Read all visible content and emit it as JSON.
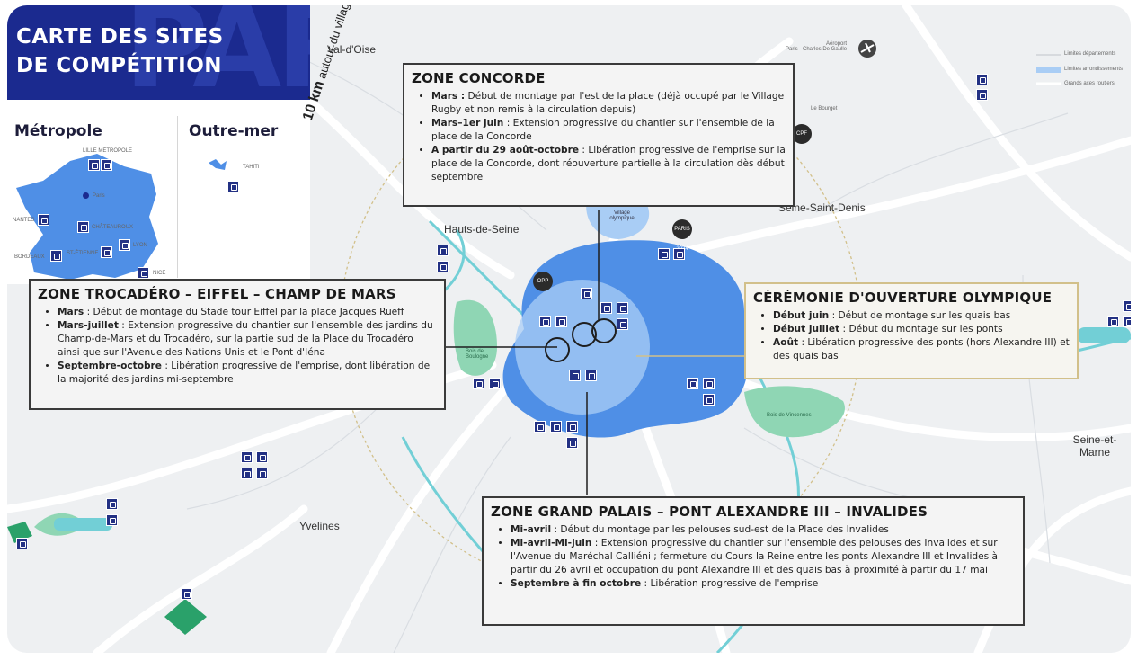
{
  "title": {
    "line1": "CARTE DES SITES",
    "line2": "DE COMPÉTITION",
    "background_word": "PARIS"
  },
  "inset": {
    "metropole_heading": "Métropole",
    "outremer_heading": "Outre-mer",
    "cities": [
      "LILLE MÉTROPOLE",
      "Paris",
      "NANTES",
      "CHÂTEAUROUX",
      "BORDEAUX",
      "ST-ÉTIENNE",
      "LYON",
      "NICE",
      "TAHITI"
    ]
  },
  "ring_label": {
    "bold": "10 km",
    "rest": " autour du village olympique"
  },
  "places": {
    "val_oise": "Val-d'Oise",
    "hauts_de_seine": "Hauts-de-Seine",
    "seine_saint_denis": "Seine-Saint-Denis",
    "yvelines": "Yvelines",
    "seine_et_marne": "Seine-et-Marne",
    "bois_boulogne": "Bois de Boulogne",
    "bois_vincennes": "Bois de Vincennes",
    "village_olympique": "Village olympique",
    "le_bourget": "Le Bourget",
    "aeroport": "Aéroport\nParis - Charles De Gaulle"
  },
  "legend": [
    "Limites départements",
    "Limites arrondissements",
    "Grands axes routiers"
  ],
  "badges": [
    "OPP",
    "PARIS 2024",
    "CPF"
  ],
  "zones": {
    "concorde": {
      "title": "ZONE CONCORDE",
      "items": [
        {
          "label": "Mars :",
          "text": " Début de montage par l'est de la place (déjà occupé par le Village Rugby et non remis à la circulation depuis)"
        },
        {
          "label": "Mars–1er juin",
          "text": " : Extension progressive du chantier sur l'ensemble de la place de la Concorde"
        },
        {
          "label": "A partir du 29 août-octobre",
          "text": " : Libération progressive de l'emprise sur la place de la Concorde, dont réouverture partielle à la circulation dès début septembre"
        }
      ]
    },
    "trocadero": {
      "title": "ZONE TROCADÉRO – EIFFEL – CHAMP DE MARS",
      "items": [
        {
          "label": "Mars",
          "text": " : Début de montage du Stade tour Eiffel par la place Jacques Rueff"
        },
        {
          "label": "Mars-juillet",
          "text": " : Extension progressive du chantier sur l'ensemble des jardins du Champ-de-Mars et du Trocadéro, sur la partie sud de la Place du Trocadéro ainsi que sur l'Avenue des Nations Unis et le Pont d'Iéna"
        },
        {
          "label": "Septembre-octobre",
          "text": " : Libération progressive de l'emprise, dont libération de la majorité des jardins mi-septembre"
        }
      ]
    },
    "ceremonie": {
      "title": "CÉRÉMONIE D'OUVERTURE OLYMPIQUE",
      "items": [
        {
          "label": "Début juin",
          "text": " : Début de montage sur les quais bas"
        },
        {
          "label": "Début juillet",
          "text": " : Début du montage sur les ponts"
        },
        {
          "label": "Août",
          "text": " : Libération progressive des ponts (hors Alexandre III) et des quais bas"
        }
      ]
    },
    "grand_palais": {
      "title": "ZONE GRAND PALAIS – PONT ALEXANDRE III – INVALIDES",
      "items": [
        {
          "label": "Mi-avril",
          "text": " : Début du montage par les pelouses sud-est de la Place des Invalides"
        },
        {
          "label": "Mi-avril-Mi-juin",
          "text": " : Extension progressive du chantier sur l'ensemble des pelouses des Invalides et sur l'Avenue du Maréchal Calliéni ; fermeture du Cours la Reine entre les ponts Alexandre III et Invalides à partir du 26 avril et occupation du pont Alexandre III et des quais bas à proximité à partir du 17 mai"
        },
        {
          "label": "Septembre à fin octobre",
          "text": " : Libération progressive de l'emprise"
        }
      ]
    }
  },
  "colors": {
    "navy": "#1b2a8f",
    "paris_blue": "#4f8fe6",
    "light_blue": "#a9cdf5",
    "green": "#8fd6b4",
    "river": "#72cfd6",
    "gold": "#d2c08a"
  }
}
